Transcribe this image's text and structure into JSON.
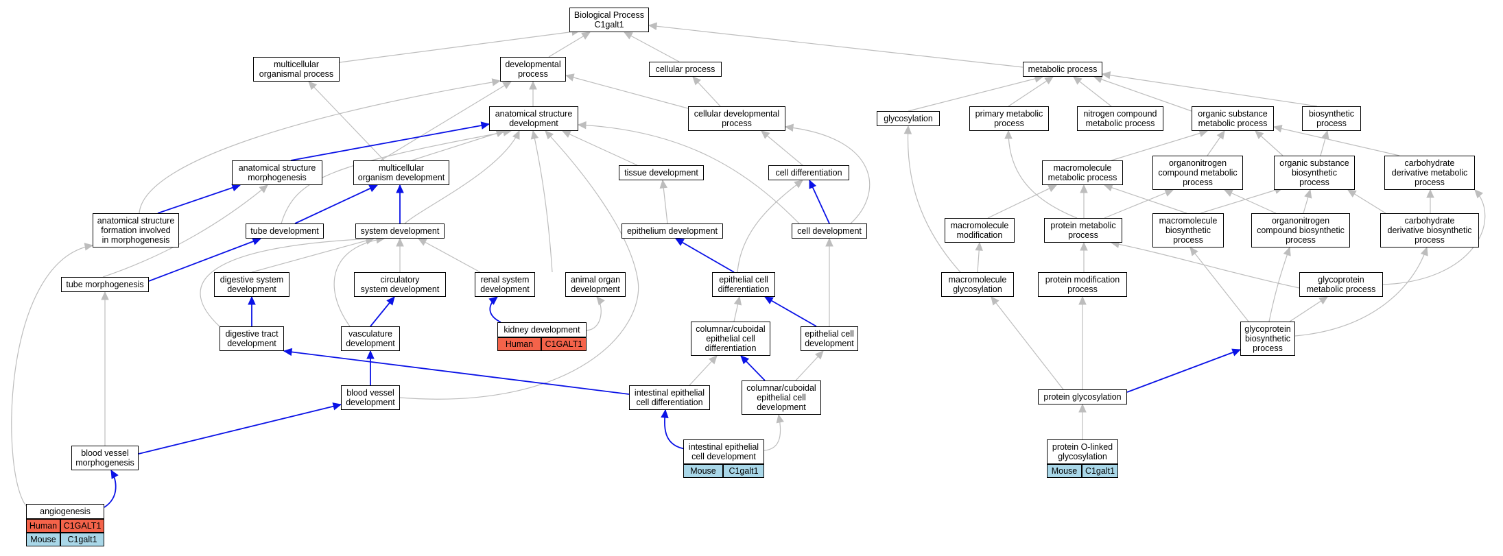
{
  "colors": {
    "grey_edge": "#bdbdbd",
    "blue_edge": "#0a12e6",
    "human": "#f4634a",
    "mouse": "#a9d7e8"
  },
  "nodes": {
    "bp": "Biological Process\nC1galt1",
    "mop": "multicellular\norganismal process",
    "dev": "developmental\nprocess",
    "cell": "cellular process",
    "met": "metabolic process",
    "asd": "anatomical structure\ndevelopment",
    "cdp": "cellular developmental\nprocess",
    "glyc": "glycosylation",
    "pmp": "primary metabolic\nprocess",
    "ncmp": "nitrogen compound\nmetabolic process",
    "osmp": "organic substance\nmetabolic process",
    "bio": "biosynthetic\nprocess",
    "asm": "anatomical structure\nmorphogenesis",
    "mod": "multicellular\norganism development",
    "tdev": "tissue development",
    "cdiff": "cell differentiation",
    "mmp": "macromolecule\nmetabolic process",
    "ocmp": "organonitrogen\ncompound metabolic\nprocess",
    "osbp": "organic substance\nbiosynthetic\nprocess",
    "cdmp": "carbohydrate\nderivative metabolic\nprocess",
    "asfm": "anatomical structure\nformation involved\nin morphogenesis",
    "tubd": "tube development",
    "sysd": "system development",
    "epid": "epithelium development",
    "celld": "cell development",
    "mmod": "macromolecule\nmodification",
    "protm": "protein metabolic\nprocess",
    "mbp": "macromolecule\nbiosynthetic\nprocess",
    "ocbp": "organonitrogen\ncompound biosynthetic\nprocess",
    "cdbp": "carbohydrate\nderivative biosynthetic\nprocess",
    "tubm": "tube morphogenesis",
    "digsys": "digestive system\ndevelopment",
    "circ": "circulatory\nsystem development",
    "renal": "renal system\ndevelopment",
    "organ": "animal organ\ndevelopment",
    "ecd": "epithelial cell\ndifferentiation",
    "mglyc": "macromolecule\nglycosylation",
    "pmod": "protein modification\nprocess",
    "gpmp": "glycoprotein\nmetabolic process",
    "kidney": "kidney development",
    "dtract": "digestive tract\ndevelopment",
    "vasc": "vasculature\ndevelopment",
    "ccecd": "columnar/cuboidal\nepithelial cell\ndifferentiation",
    "ecdev": "epithelial cell\ndevelopment",
    "gpbp": "glycoprotein\nbiosynthetic\nprocess",
    "bvd": "blood vessel\ndevelopment",
    "iecd": "intestinal epithelial\ncell differentiation",
    "ccecdev": "columnar/cuboidal\nepithelial cell\ndevelopment",
    "pglyc": "protein glycosylation",
    "bvm": "blood vessel\nmorphogenesis",
    "iecdev": "intestinal epithelial\ncell development",
    "polg": "protein O-linked\nglycosylation",
    "angio": "angiogenesis"
  },
  "gene_tables": {
    "kidney": {
      "human_label": "Human",
      "human_gene": "C1GALT1"
    },
    "iecdev": {
      "mouse_label": "Mouse",
      "mouse_gene": "C1galt1"
    },
    "polg": {
      "mouse_label": "Mouse",
      "mouse_gene": "C1galt1"
    },
    "angio": {
      "human_label": "Human",
      "human_gene": "C1GALT1",
      "mouse_label": "Mouse",
      "mouse_gene": "C1galt1"
    }
  }
}
